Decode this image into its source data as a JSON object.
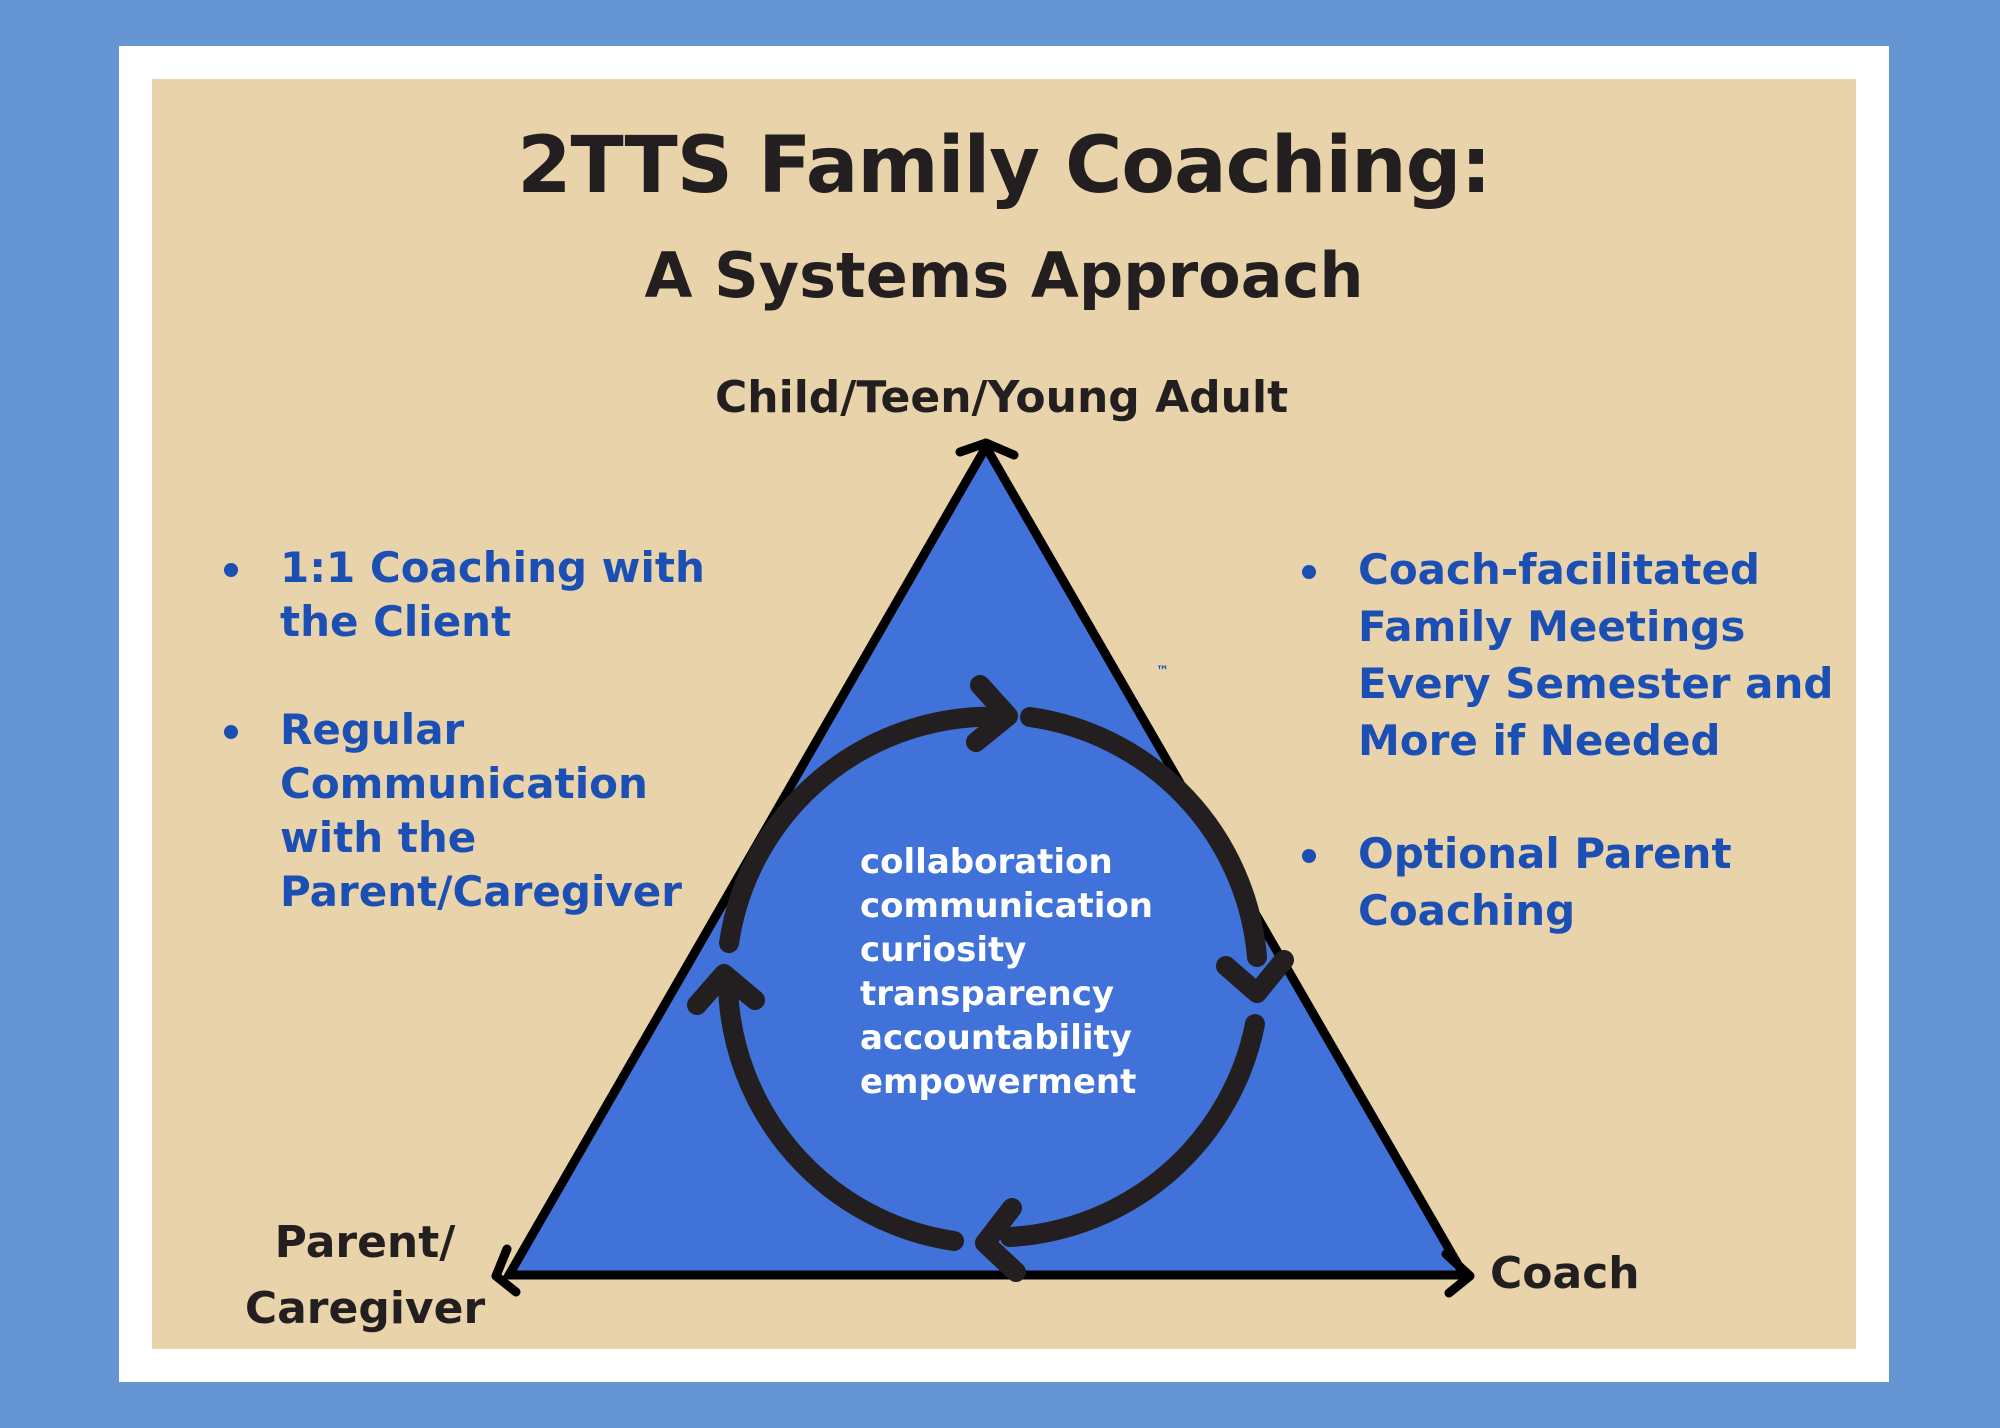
{
  "title": "2TTS Family Coaching:",
  "subtitle": "A Systems Approach",
  "vertices": {
    "top": "Child/Teen/Young Adult",
    "left": "Parent/ Caregiver",
    "right": "Coach"
  },
  "left_bullets": [
    "1:1 Coaching with the Client",
    "Regular Communication with the Parent/Caregiver"
  ],
  "right_bullets": [
    "Coach-facilitated Family Meetings Every Semester and More if Needed",
    "Optional Parent Coaching"
  ],
  "center_values": [
    "collaboration",
    "communication",
    "curiosity",
    "transparency",
    "accountability",
    "empowerment"
  ],
  "trademark": "™",
  "colors": {
    "background": "#6595d3",
    "panel": "#e9d3aa",
    "triangle": "#4072d9",
    "bullet_text": "#1b4fb4",
    "dark": "#231f20"
  }
}
